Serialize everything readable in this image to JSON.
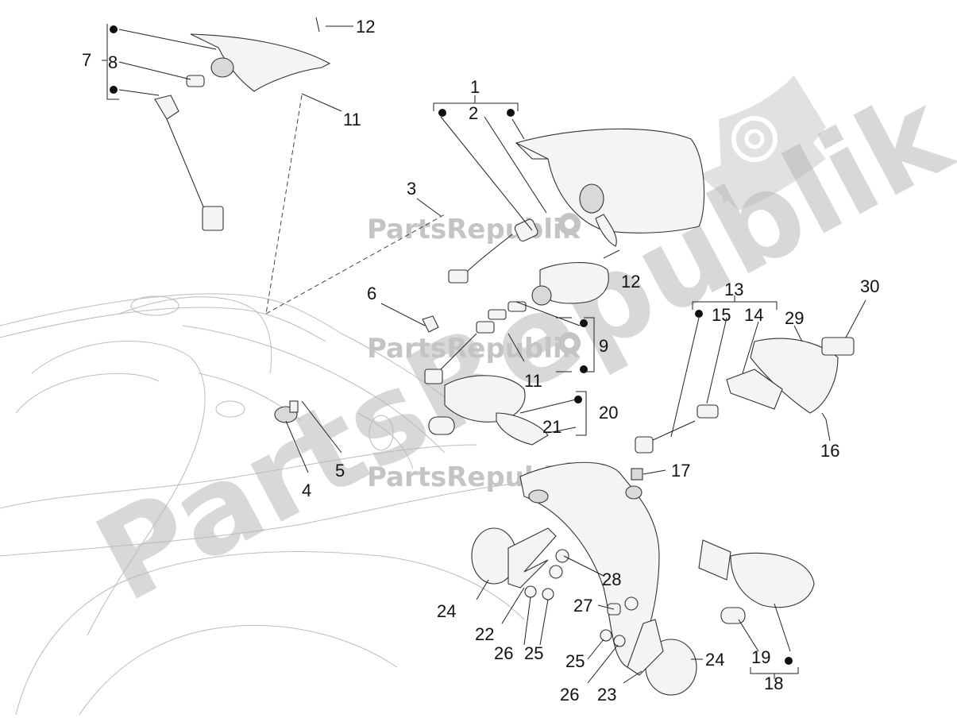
{
  "watermark": {
    "big": "PartsRepublik",
    "small": "PartsRepublik",
    "color": "#b9b9b9"
  },
  "labels": {
    "l1": "1",
    "l2": "2",
    "l3": "3",
    "l4": "4",
    "l5": "5",
    "l6": "6",
    "l7": "7",
    "l8": "8",
    "l9": "9",
    "l11a": "11",
    "l11b": "11",
    "l12a": "12",
    "l12b": "12",
    "l13": "13",
    "l14": "14",
    "l15": "15",
    "l16": "16",
    "l17": "17",
    "l18": "18",
    "l19": "19",
    "l20": "20",
    "l21": "21",
    "l22": "22",
    "l23": "23",
    "l24a": "24",
    "l24b": "24",
    "l25a": "25",
    "l25b": "25",
    "l26a": "26",
    "l26b": "26",
    "l27": "27",
    "l28": "28",
    "l29": "29",
    "l30": "30"
  },
  "icons": [
    "gear-icon",
    "flag-gear-logo",
    "bullet-dot"
  ]
}
